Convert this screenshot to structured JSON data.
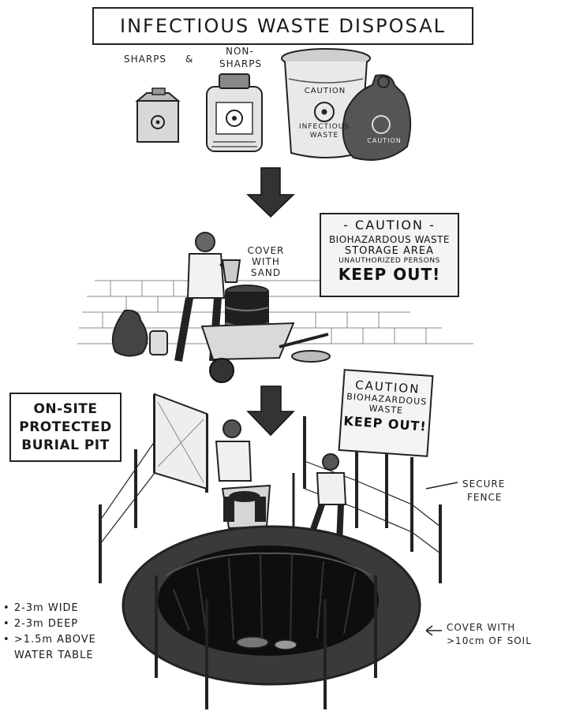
{
  "title": "INFECTIOUS WASTE DISPOSAL",
  "containers": {
    "sharps_label": "SHARPS",
    "ampersand": "&",
    "non_sharps_label_1": "NON-",
    "non_sharps_label_2": "SHARPS",
    "bin_text_1": "CAUTION",
    "bin_text_2": "INFECTIOUS",
    "bin_text_3": "WASTE",
    "bag_text": "CAUTION"
  },
  "storage": {
    "cover_label_1": "COVER",
    "cover_label_2": "WITH",
    "cover_label_3": "SAND",
    "sign_line_1": "- CAUTION -",
    "sign_line_2": "BIOHAZARDOUS WASTE",
    "sign_line_3": "STORAGE AREA",
    "sign_line_4": "UNAUTHORIZED PERSONS",
    "sign_line_5": "KEEP OUT!"
  },
  "burial": {
    "box_line_1": "ON-SITE",
    "box_line_2": "PROTECTED",
    "box_line_3": "BURIAL PIT",
    "sign_line_1": "CAUTION",
    "sign_line_2": "BIOHAZARDOUS",
    "sign_line_3": "WASTE",
    "sign_line_4": "KEEP OUT!",
    "fence_label_1": "SECURE",
    "fence_label_2": "FENCE",
    "cover_label_1": "COVER WITH",
    "cover_label_2": ">10cm OF SOIL",
    "spec_1": "2-3m WIDE",
    "spec_2": "2-3m DEEP",
    "spec_3": ">1.5m ABOVE",
    "spec_3b": "WATER TABLE"
  }
}
